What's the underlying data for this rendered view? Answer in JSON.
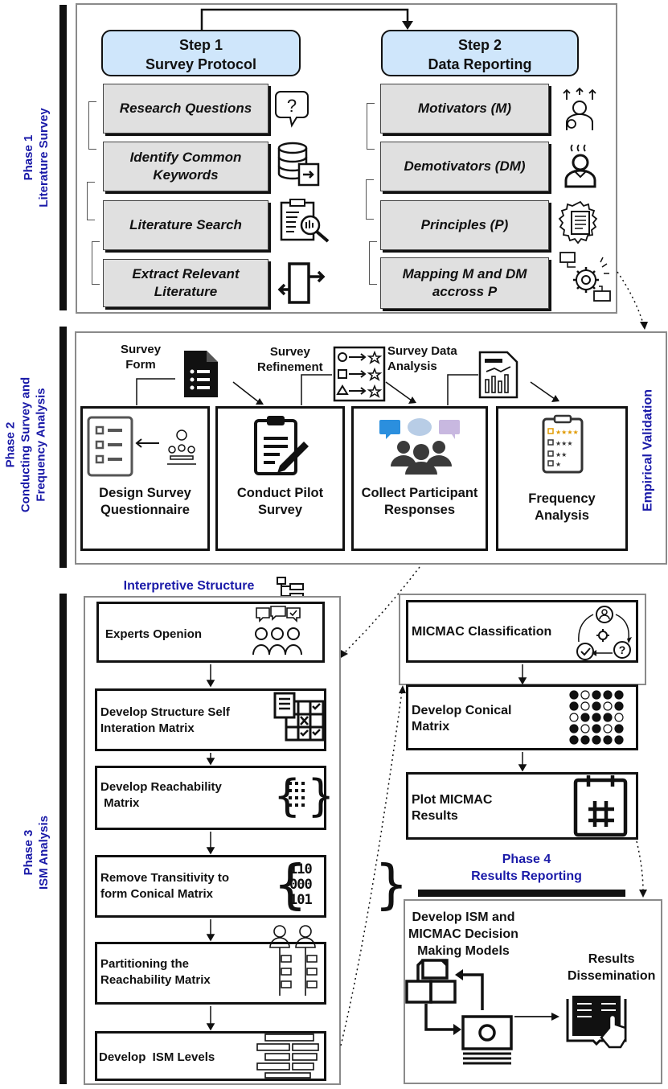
{
  "phases": {
    "phase1": "Phase 1\nLiterature Survey",
    "phase2": "Phase 2\nConducting Survey and\nFrequency Analysis",
    "phase3": "Phase 3\nISM Analysis",
    "phase4": "Phase 4\nResults Reporting"
  },
  "phase1": {
    "step1": "Step 1\nSurvey Protocol",
    "step2": "Step 2\nData Reporting",
    "left_items": [
      "Research Questions",
      "Identify Common\nKeywords",
      "Literature Search",
      "Extract Relevant\nLiterature"
    ],
    "right_items": [
      "Motivators (M)",
      "Demotivators (DM)",
      "Principles (P)",
      "Mapping M and DM\naccross P"
    ]
  },
  "phase2": {
    "side_label": "Empirical Validation",
    "connectors": [
      "Survey\nForm",
      "Survey\nRefinement",
      "Survey Data\nAnalysis"
    ],
    "boxes": [
      "Design Survey\nQuestionnaire",
      "Conduct Pilot\nSurvey",
      "Collect Participant\nResponses",
      "Frequency\nAnalysis"
    ]
  },
  "ism_title": "Interpretive Structure\nModeling (ISM)",
  "phase3": {
    "steps": [
      "Experts Openion",
      "Develop Structure Self\nInteration Matrix",
      "Develop Reachability\n Matrix",
      "Remove Transitivity to\nform Conical Matrix",
      "Partitioning the\nReachability Matrix",
      "Develop  ISM Levels"
    ],
    "matrix_digits": "110\n000\n101"
  },
  "micmac": {
    "steps": [
      "MICMAC Classification",
      "Develop Conical\nMatrix",
      "Plot MICMAC\nResults"
    ]
  },
  "phase4": {
    "left_label": "Develop ISM and\nMICMAC Decision\nMaking Models",
    "right_label": "Results\nDissemination"
  },
  "colors": {
    "phase_label": "#1a1aa8",
    "step_header": "#cfe6fb",
    "grey_box": "#e0e0e0"
  },
  "icons": [
    "question-bubble-icon",
    "database-export-icon",
    "clipboard-search-icon",
    "exit-door-icon",
    "motivator-person-icon",
    "stressed-person-icon",
    "document-gear-icon",
    "process-gears-icon",
    "form-document-icon",
    "flowchart-list-icon",
    "bar-chart-report-icon",
    "checklist-icon",
    "meeting-group-icon",
    "clipboard-pen-icon",
    "participants-chat-icon",
    "rating-clipboard-icon",
    "hierarchy-icon",
    "expert-chat-icon",
    "matrix-grid-icon",
    "braces-dots-icon",
    "binary-matrix-icon",
    "people-hierarchy-icon",
    "levels-blocks-icon",
    "cycle-people-icon",
    "dot-matrix-icon",
    "calendar-grid-icon",
    "cubes-flow-icon",
    "money-icon",
    "book-hand-icon"
  ]
}
